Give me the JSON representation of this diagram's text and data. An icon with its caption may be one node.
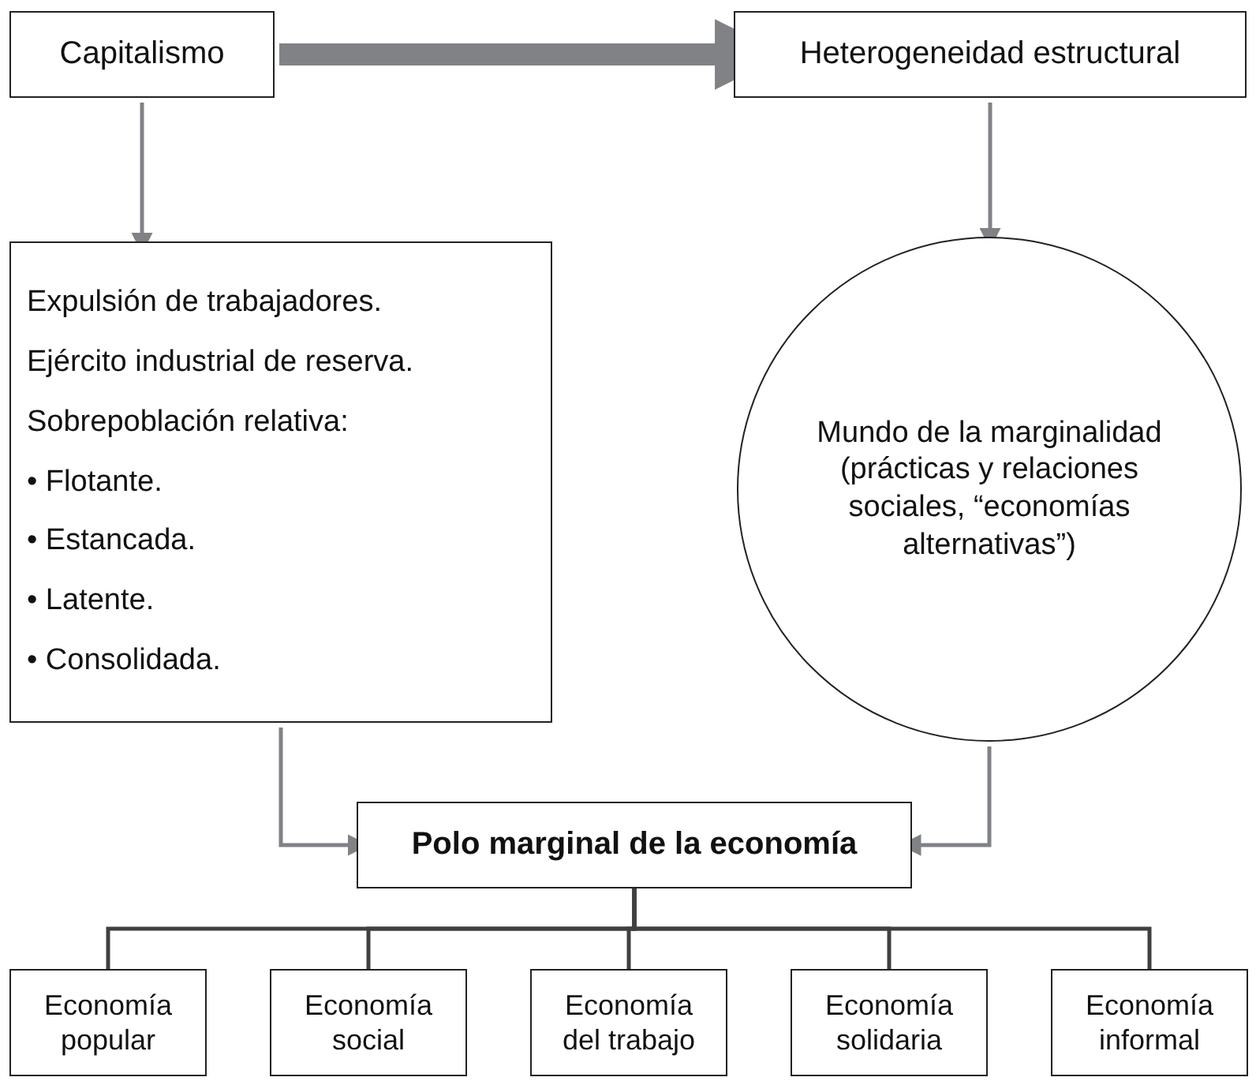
{
  "diagram": {
    "nodes": [
      {
        "text": [
          "Capitalismo"
        ]
      },
      {
        "text": [
          "Heterogeneidad estructural"
        ]
      },
      {
        "text": [
          "Expulsión de trabajadores.",
          "Ejército industrial de reserva.",
          "Sobrepoblación relativa:",
          "• Flotante.",
          "• Estancada.",
          "• Latente.",
          "• Consolidada."
        ]
      },
      {
        "text": [
          "Mundo de la marginalidad (prácticas y relaciones sociales, “economías alternativas”)"
        ]
      },
      {
        "text": [
          "Polo marginal de la economía"
        ]
      },
      {
        "text": [
          "Economía popular"
        ]
      },
      {
        "text": [
          "Economía social"
        ]
      },
      {
        "text": [
          "Economía del trabajo"
        ]
      },
      {
        "text": [
          "Economía solidaria"
        ]
      },
      {
        "text": [
          "Economía informal"
        ]
      }
    ],
    "edges": [
      {
        "from": 0,
        "to": 1,
        "arrow": "to",
        "style": "thick"
      },
      {
        "from": 0,
        "to": 2,
        "arrow": "to"
      },
      {
        "from": 1,
        "to": 3,
        "arrow": "to"
      },
      {
        "from": 2,
        "to": 4,
        "arrow": "to"
      },
      {
        "from": 3,
        "to": 4,
        "arrow": "to"
      },
      {
        "from": 4,
        "to": 5,
        "arrow": "none",
        "color": "#404040"
      },
      {
        "from": 4,
        "to": 6,
        "arrow": "none",
        "color": "#404040"
      },
      {
        "from": 4,
        "to": 7,
        "arrow": "none",
        "color": "#404040"
      },
      {
        "from": 4,
        "to": 8,
        "arrow": "none",
        "color": "#404040"
      },
      {
        "from": 4,
        "to": 9,
        "arrow": "none",
        "color": "#404040"
      }
    ]
  }
}
